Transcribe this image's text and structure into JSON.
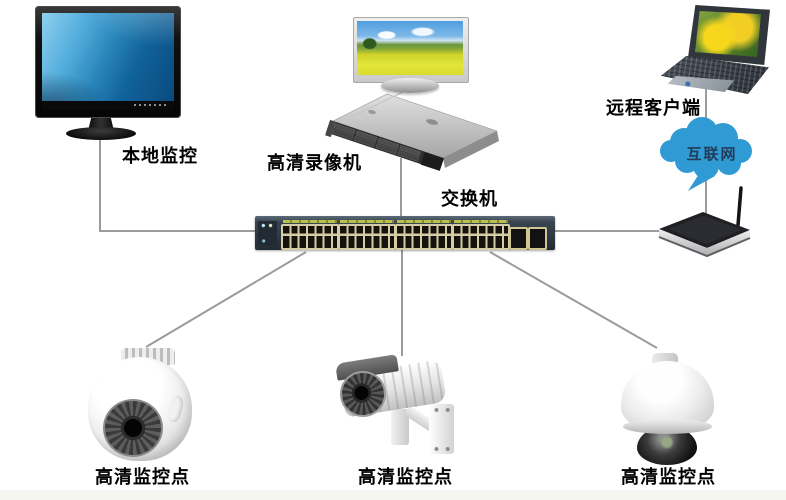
{
  "diagram": {
    "type": "surveillance-network-topology",
    "labels": {
      "local_monitor": "本地监控",
      "hd_recorder": "高清录像机",
      "switch": "交换机",
      "remote_client": "远程客户端",
      "internet": "互联网",
      "camera_dome": "高清监控点",
      "camera_bullet": "高清监控点",
      "camera_ptz": "高清监控点"
    },
    "connections": [
      {
        "from": "local_monitor",
        "to": "switch"
      },
      {
        "from": "hd_recorder",
        "to": "switch"
      },
      {
        "from": "switch",
        "to": "router"
      },
      {
        "from": "remote_client",
        "to": "internet"
      },
      {
        "from": "internet",
        "to": "router"
      },
      {
        "from": "switch",
        "to": "camera_dome"
      },
      {
        "from": "switch",
        "to": "camera_bullet"
      },
      {
        "from": "switch",
        "to": "camera_ptz"
      }
    ],
    "colors": {
      "background": "#ffffff",
      "connection_line": "#9b9b9b",
      "cloud_fill": "#2f9ad4",
      "cloud_text": "#223c5a",
      "label_text": "#000000",
      "switch_body": "#36414e",
      "switch_port": "#d6cda6"
    }
  }
}
